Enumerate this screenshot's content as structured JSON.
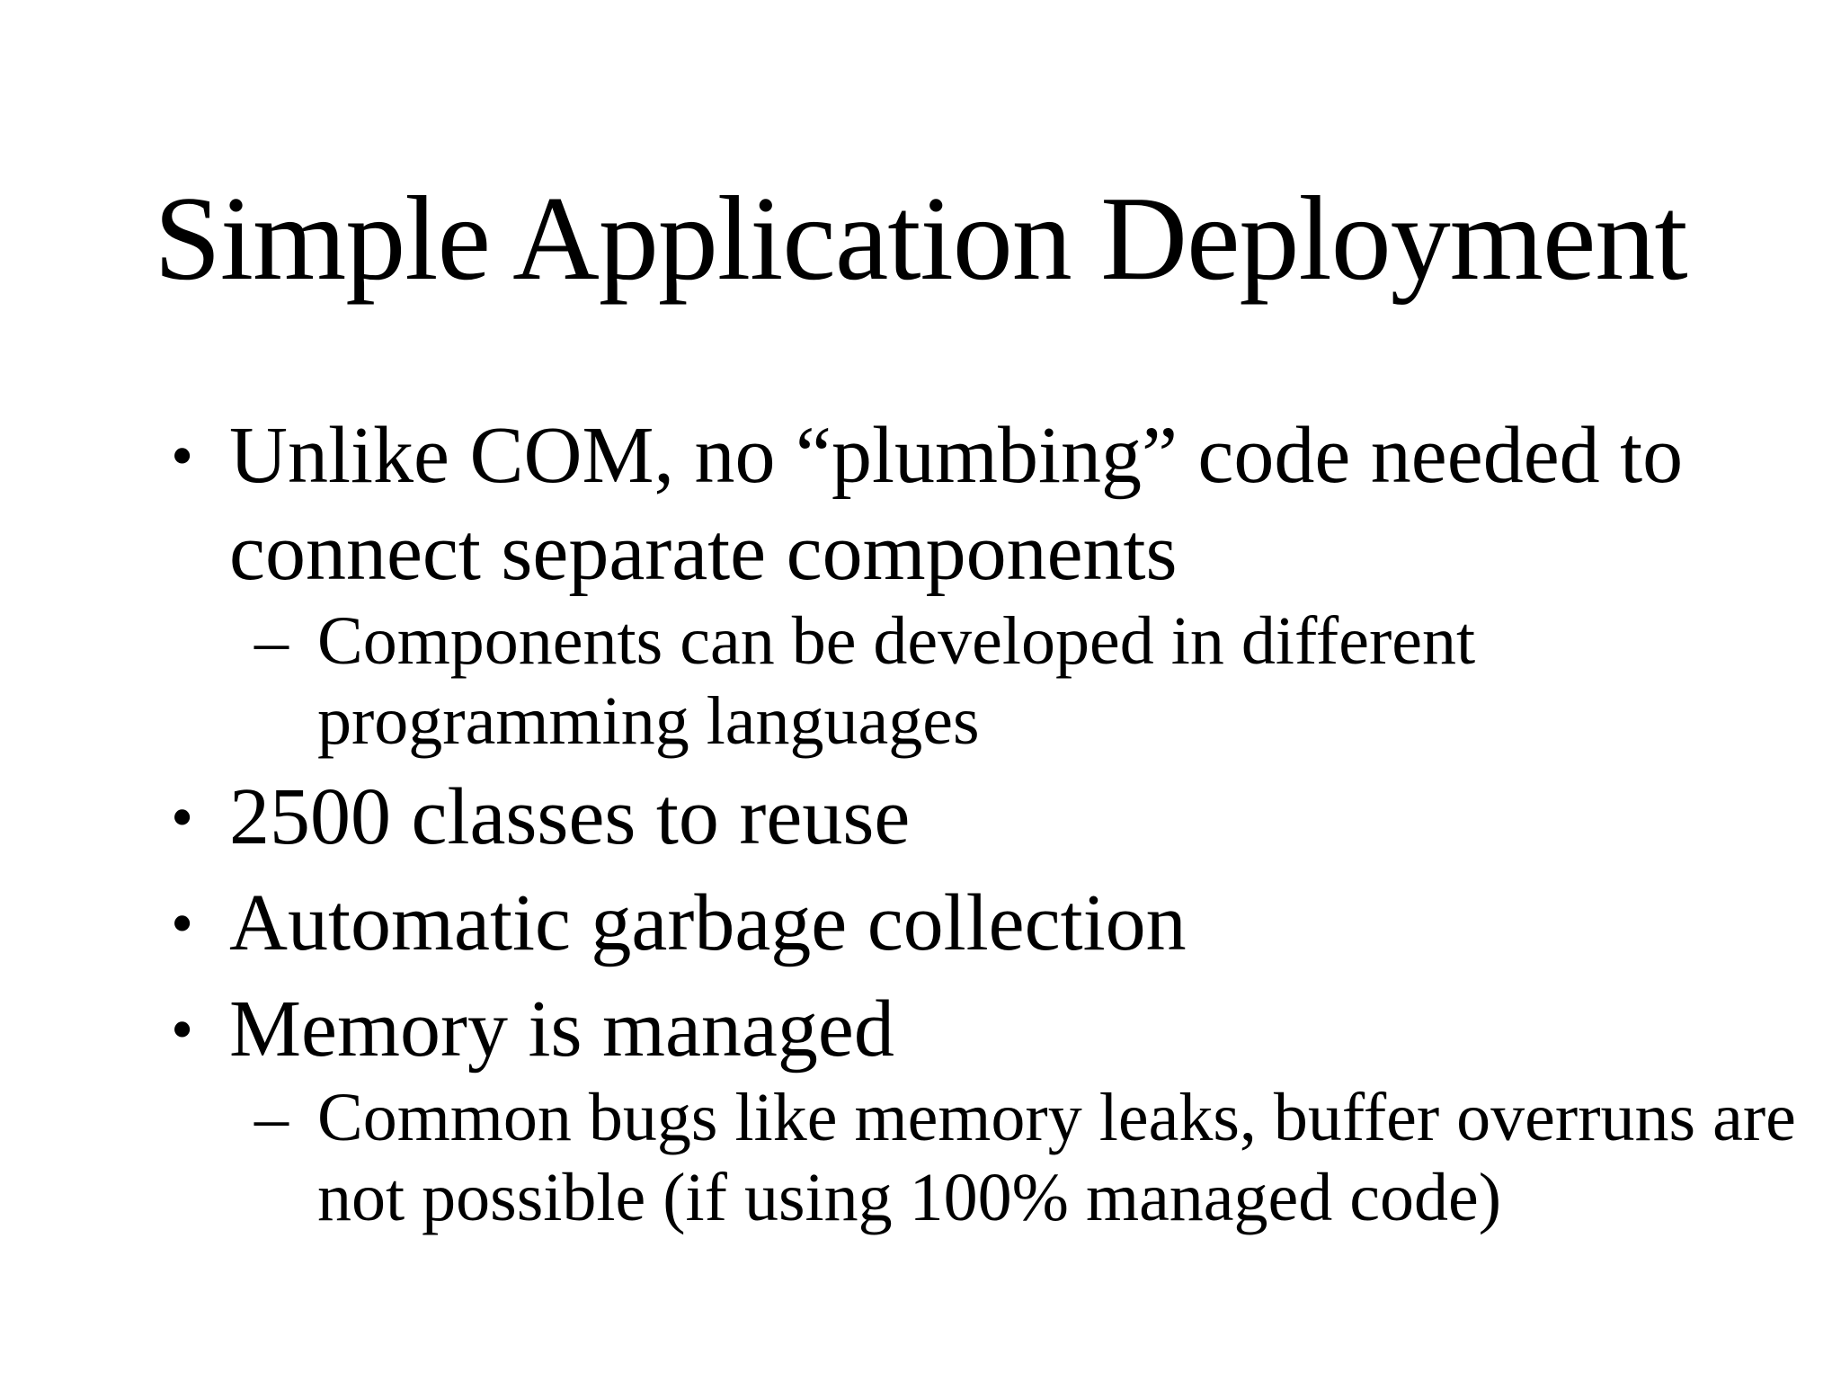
{
  "slide": {
    "title": "Simple Application Deployment",
    "background_color": "#ffffff",
    "text_color": "#000000",
    "bullet_marker": "•",
    "sub_marker": "–",
    "bullets": [
      {
        "level": 1,
        "text": "Unlike COM, no “plumbing” code needed to\nconnect separate components"
      },
      {
        "level": 2,
        "text": "Components can be developed in different\nprogramming languages"
      },
      {
        "level": 1,
        "text": "2500 classes to reuse"
      },
      {
        "level": 1,
        "text": "Automatic garbage collection"
      },
      {
        "level": 1,
        "text": "Memory is managed"
      },
      {
        "level": 2,
        "text": "Common bugs like memory leaks, buffer overruns are\nnot possible (if using 100% managed code)"
      }
    ]
  }
}
